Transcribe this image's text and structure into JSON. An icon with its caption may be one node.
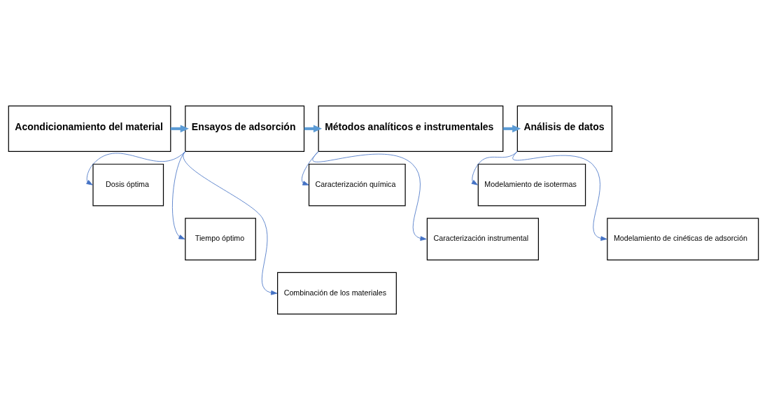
{
  "diagram": {
    "nodes": [
      {
        "text": [
          "Acondicionamiento del material"
        ]
      },
      {
        "text": [
          "Ensayos de adsorción"
        ]
      },
      {
        "text": [
          "Métodos analíticos e instrumentales"
        ]
      },
      {
        "text": [
          "Análisis de datos"
        ]
      },
      {
        "text": [
          "Dosis óptima"
        ]
      },
      {
        "text": [
          "Tiempo óptimo"
        ]
      },
      {
        "text": [
          "Combinación de los materiales"
        ]
      },
      {
        "text": [
          "Caracterización química"
        ]
      },
      {
        "text": [
          "Caracterización instrumental"
        ]
      },
      {
        "text": [
          "Modelamiento de isotermas"
        ]
      },
      {
        "text": [
          "Modelamiento de cinéticas de adsorción"
        ]
      }
    ],
    "edges": [
      {
        "from": 0,
        "to": 1,
        "arrow": "to",
        "style": "thick",
        "color": "#5b9bd5"
      },
      {
        "from": 1,
        "to": 2,
        "arrow": "to",
        "style": "thick",
        "color": "#5b9bd5"
      },
      {
        "from": 2,
        "to": 3,
        "arrow": "to",
        "style": "thick",
        "color": "#5b9bd5"
      },
      {
        "from": 1,
        "to": 4,
        "arrow": "to"
      },
      {
        "from": 1,
        "to": 5,
        "arrow": "to"
      },
      {
        "from": 1,
        "to": 6,
        "arrow": "to"
      },
      {
        "from": 2,
        "to": 7,
        "arrow": "to"
      },
      {
        "from": 2,
        "to": 8,
        "arrow": "to"
      },
      {
        "from": 3,
        "to": 9,
        "arrow": "to"
      },
      {
        "from": 3,
        "to": 10,
        "arrow": "to"
      }
    ]
  }
}
